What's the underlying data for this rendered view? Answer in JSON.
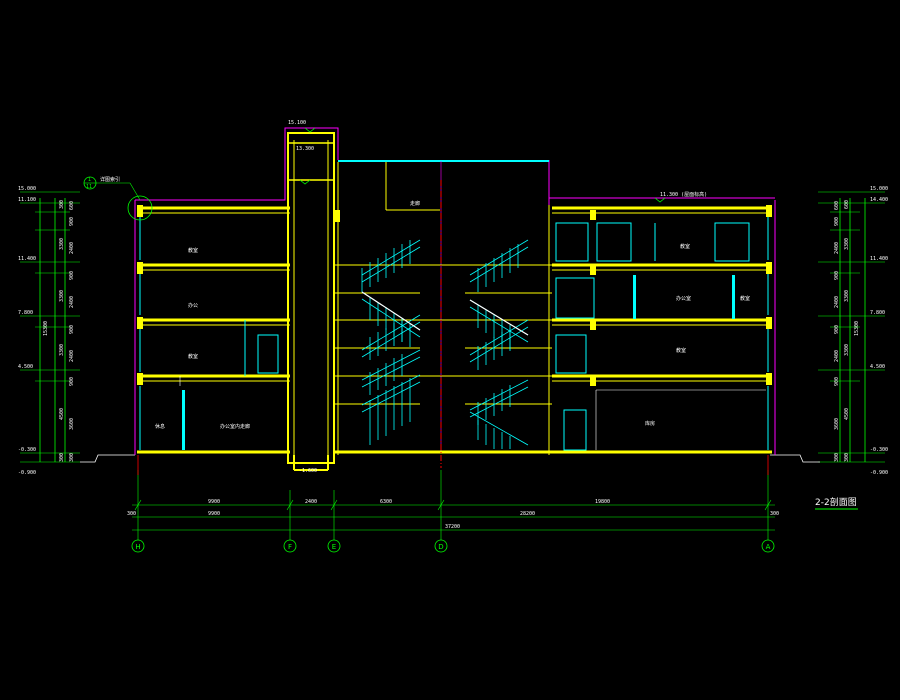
{
  "drawing": {
    "title": "2-2剖面图",
    "colors": {
      "background": "#000000",
      "structure": "#ffff00",
      "dimension": "#00ff00",
      "detail": "#00ffff",
      "accent": "#ff00ff",
      "axis_mark": "#ff0000",
      "text": "#ffffff"
    },
    "elevations_left": [
      "15.000",
      "11.100",
      "11.400",
      "7.800",
      "4.500",
      "-0.300",
      "-0.900"
    ],
    "elevations_right": [
      "15.000",
      "14.400",
      "11.400",
      "7.800",
      "4.500",
      "-0.300",
      "-0.900"
    ],
    "left_dims_outer": [
      "300",
      "3300",
      "3300",
      "3300",
      "4500",
      "300"
    ],
    "left_dims_inner": [
      "600",
      "900",
      "2400",
      "900",
      "2400",
      "900",
      "2400",
      "900",
      "3600",
      "300"
    ],
    "left_total": "15300",
    "right_dims_outer": [
      "600",
      "3300",
      "3300",
      "3300",
      "4500",
      "300"
    ],
    "right_dims_inner": [
      "600",
      "900",
      "2400",
      "900",
      "2400",
      "900",
      "2400",
      "900",
      "3600",
      "300"
    ],
    "right_total": "15300",
    "top_labels": {
      "tower_top": "15.100",
      "tower_roof": "13.300",
      "roof_right": "11.300 (屋面标高)",
      "detail_ref": "详图索引",
      "pit": "-1.600",
      "room_center": "走廊"
    },
    "room_labels_left": [
      "教室",
      "办公",
      "教室",
      "休息",
      "办公室内走廊"
    ],
    "room_labels_right": [
      "教室",
      "办公室",
      "教室",
      "教室",
      "库房"
    ],
    "bottom_dims_row1": [
      "9900",
      "2400",
      "6300",
      "19800"
    ],
    "bottom_dims_row2": [
      "300",
      "9900",
      "28200",
      "300"
    ],
    "bottom_total": "37200",
    "axes": [
      "H",
      "F",
      "E",
      "D",
      "A"
    ],
    "index_mark": [
      "1",
      "11"
    ]
  }
}
